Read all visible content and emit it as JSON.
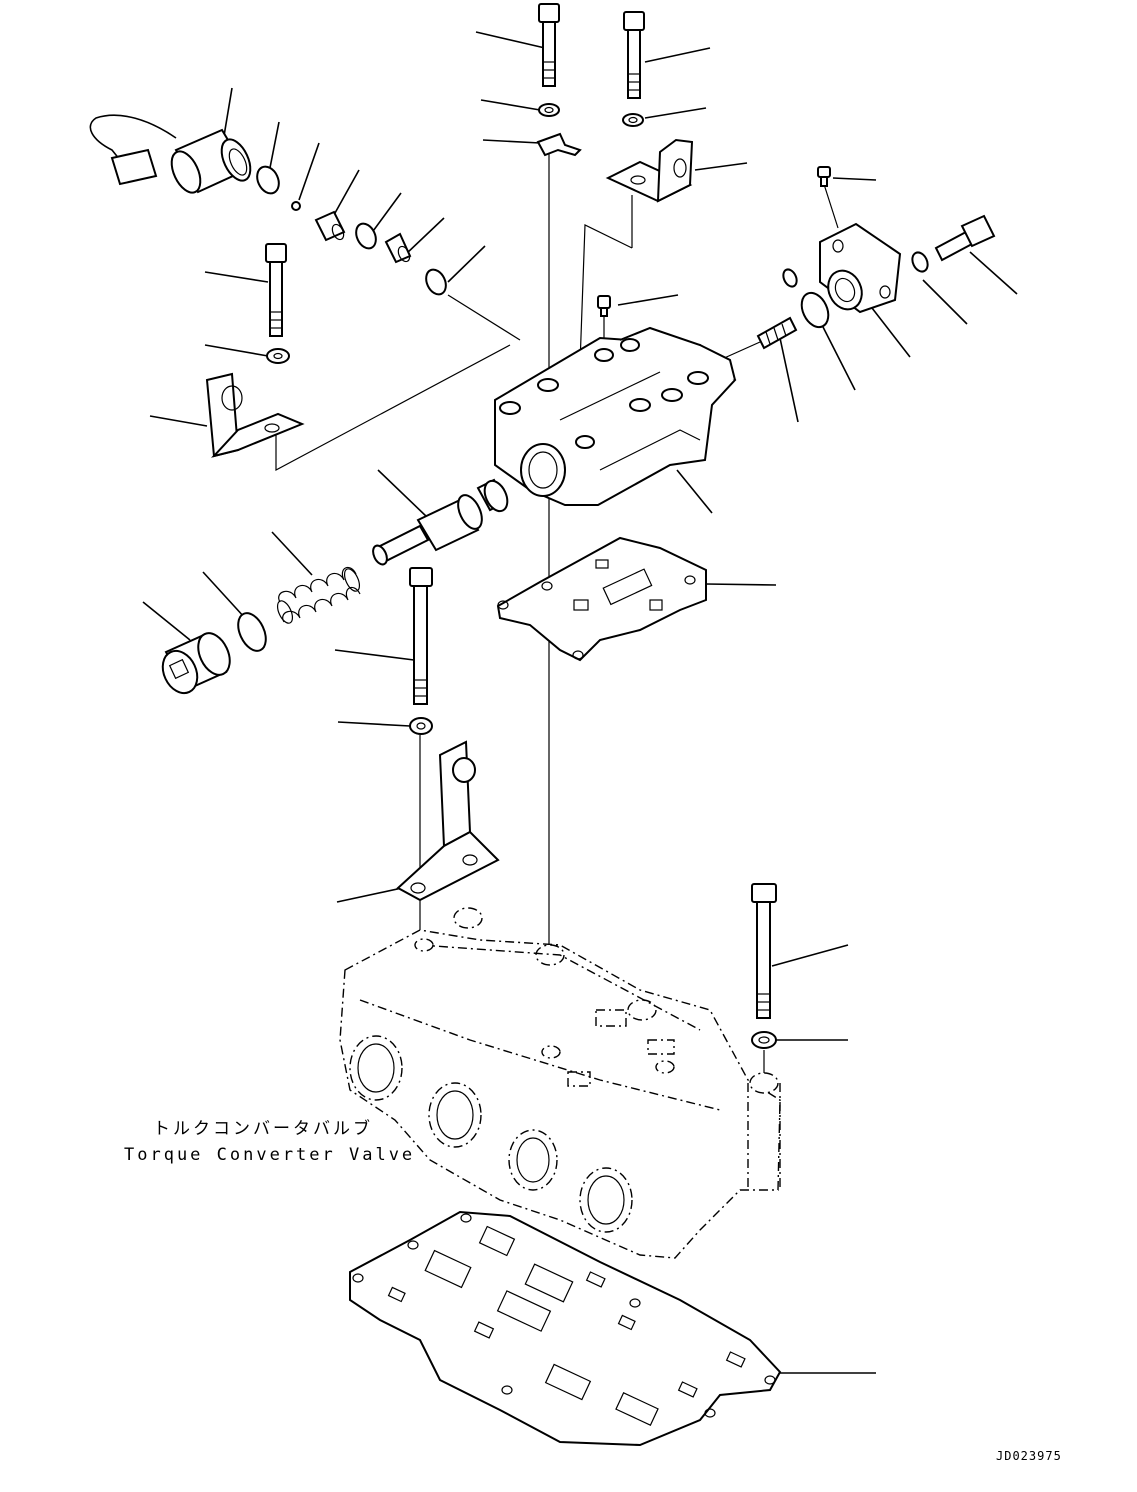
{
  "diagram": {
    "caption_jp": "トルクコンバータバルブ",
    "caption_en": "Torque Converter Valve",
    "drawing_code": "JD023975"
  }
}
